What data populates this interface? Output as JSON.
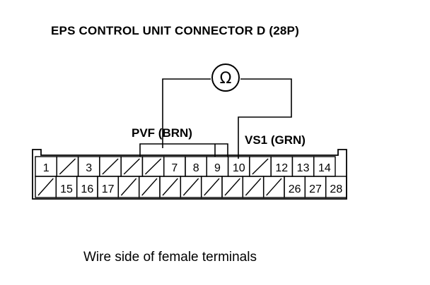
{
  "title": "EPS CONTROL UNIT CONNECTOR D (28P)",
  "meter_symbol": "Ω",
  "labels": {
    "pvf": "PVF (BRN)",
    "vs1": "VS1 (GRN)"
  },
  "caption": "Wire side of female terminals",
  "connector": {
    "row1": [
      "1",
      "",
      "3",
      "",
      "",
      "",
      "7",
      "8",
      "9",
      "10",
      "",
      "12",
      "13",
      "14"
    ],
    "row2": [
      "",
      "15",
      "16",
      "17",
      "",
      "",
      "",
      "",
      "",
      "",
      "",
      "",
      "26",
      "27",
      "28"
    ]
  }
}
